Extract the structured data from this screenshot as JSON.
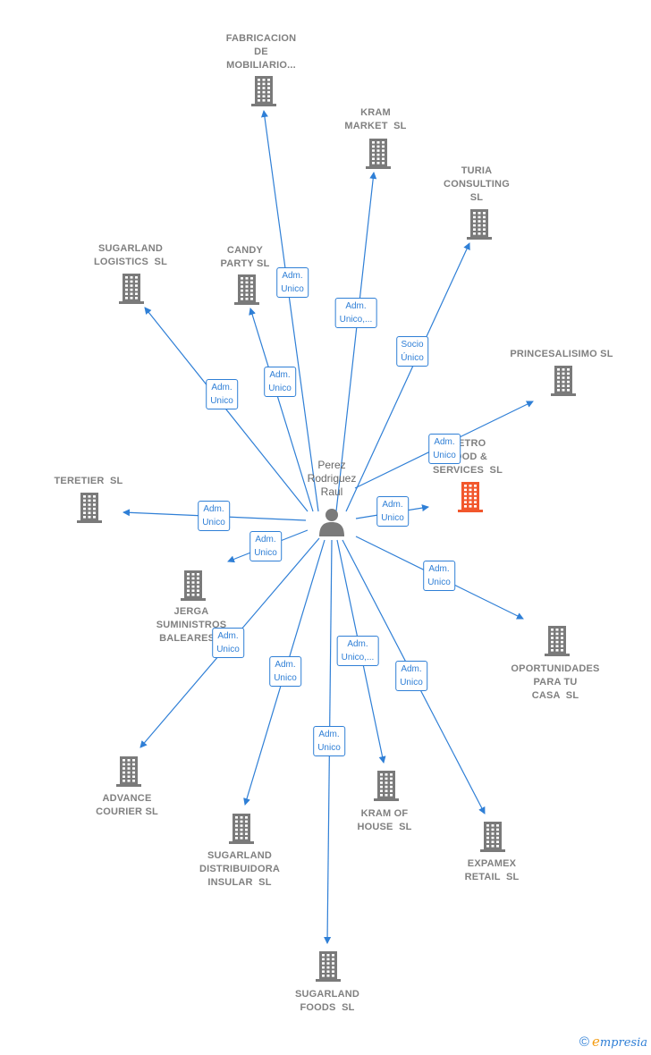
{
  "colors": {
    "edge": "#2f7fd6",
    "company": "#7a7a7a",
    "highlight": "#f2572c",
    "person": "#7a7a7a"
  },
  "person": {
    "name": "Perez\nRodriguez\nRaul",
    "icon": "person-icon"
  },
  "companies": [
    {
      "id": "fabricacion",
      "name": "FABRICACION\nDE\nMOBILIARIO...",
      "icon": "building-icon"
    },
    {
      "id": "kram-market",
      "name": "KRAM\nMARKET  SL",
      "icon": "building-icon"
    },
    {
      "id": "turia",
      "name": "TURIA\nCONSULTING\nSL",
      "icon": "building-icon"
    },
    {
      "id": "sugarland-logistics",
      "name": "SUGARLAND\nLOGISTICS  SL",
      "icon": "building-icon"
    },
    {
      "id": "candy-party",
      "name": "CANDY\nPARTY SL",
      "icon": "building-icon"
    },
    {
      "id": "princesalisimo",
      "name": "PRINCESALISIMO SL",
      "icon": "building-icon"
    },
    {
      "id": "metro-food",
      "name": "METRO\nFOOD &\nSERVICES  SL",
      "icon": "building-icon",
      "highlight": true
    },
    {
      "id": "teretier",
      "name": "TERETIER  SL",
      "icon": "building-icon"
    },
    {
      "id": "jerga",
      "name": "JERGA\nSUMINISTROS\nBALEARES...",
      "icon": "building-icon"
    },
    {
      "id": "oportunidades",
      "name": "OPORTUNIDADES\nPARA TU\nCASA  SL",
      "icon": "building-icon"
    },
    {
      "id": "advance",
      "name": "ADVANCE\nCOURIER SL",
      "icon": "building-icon"
    },
    {
      "id": "sugarland-distribuidora",
      "name": "SUGARLAND\nDISTRIBUIDORA\nINSULAR  SL",
      "icon": "building-icon"
    },
    {
      "id": "kram-house",
      "name": "KRAM OF\nHOUSE  SL",
      "icon": "building-icon"
    },
    {
      "id": "expamex",
      "name": "EXPAMEX\nRETAIL  SL",
      "icon": "building-icon"
    },
    {
      "id": "sugarland-foods",
      "name": "SUGARLAND\nFOODS  SL",
      "icon": "building-icon"
    }
  ],
  "relations": [
    {
      "to": "fabricacion",
      "label": "Adm.\nUnico"
    },
    {
      "to": "kram-market",
      "label": "Adm.\nUnico,..."
    },
    {
      "to": "turia",
      "label": "Socio\nÚnico"
    },
    {
      "to": "sugarland-logistics",
      "label": "Adm.\nUnico"
    },
    {
      "to": "candy-party",
      "label": "Adm.\nUnico"
    },
    {
      "to": "princesalisimo",
      "label": "Adm.\nUnico"
    },
    {
      "to": "metro-food",
      "label": "Adm.\nUnico"
    },
    {
      "to": "teretier",
      "label": "Adm.\nUnico"
    },
    {
      "to": "jerga",
      "label": "Adm.\nUnico"
    },
    {
      "to": "oportunidades",
      "label": "Adm.\nUnico"
    },
    {
      "to": "advance",
      "label": "Adm.\nUnico"
    },
    {
      "to": "sugarland-distribuidora",
      "label": "Adm.\nUnico"
    },
    {
      "to": "kram-house",
      "label": "Adm.\nUnico,..."
    },
    {
      "to": "expamex",
      "label": "Adm.\nUnico"
    },
    {
      "to": "sugarland-foods",
      "label": "Adm.\nUnico"
    }
  ],
  "footer": {
    "copyright": "©",
    "brand_e": "e",
    "brand_rest": "mpresia"
  }
}
